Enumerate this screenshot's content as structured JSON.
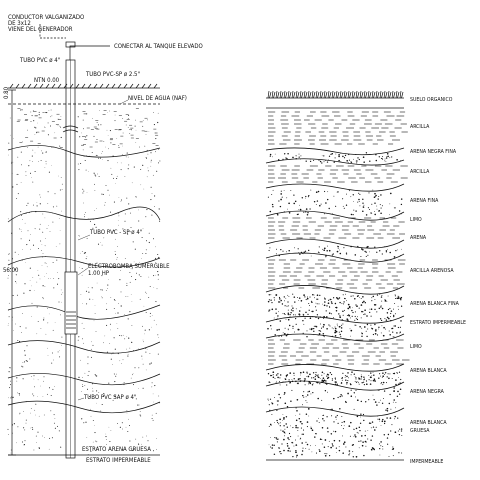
{
  "well": {
    "labels": {
      "conductor": "CONDUCTOR VALGANIZADO",
      "conductor_size": "DE 3x12",
      "conductor_from": "VIENE DEL GENERADOR",
      "tank": "CONECTAR AL TANQUE ELEVADO",
      "pvc_top": "TUBO PVC ø 4\"",
      "pvc_sp": "TUBO PVC-SP ø 2.5\"",
      "ntn": "NTN 0.00",
      "water_level": "NIVEL DE AGUA (NAF)",
      "pvc_sp_mid": "TUBO PVC - SP ø 4\"",
      "pump": "ELECTROBOMBA SUMERGIBLE",
      "pump_hp": "1.00 HP",
      "pvc_sap": "TUBO PVC SAP ø 4\"",
      "stratum_sand": "ESTRATO ARENA GRUESA",
      "stratum_imp": "ESTRATO IMPERMEABLE",
      "dim_top": "0.80",
      "dim_depth": "56.00"
    }
  },
  "soil_profile": {
    "layers": [
      "SUELO ORGANICO",
      "ARCILLA",
      "ARENA NEGRA FINA",
      "ARCILLA",
      "ARENA FINA",
      "LIMO",
      "ARENA",
      "ARCILLA ARENOSA",
      "ARENA BLANCA FINA",
      "ESTRATO IMPERMEABLE",
      "LIMO",
      "ARENA BLANCA",
      "ARENA NEGRA",
      "ARENA BLANCA",
      "GRUESA",
      "IMPERMEABLE"
    ]
  }
}
